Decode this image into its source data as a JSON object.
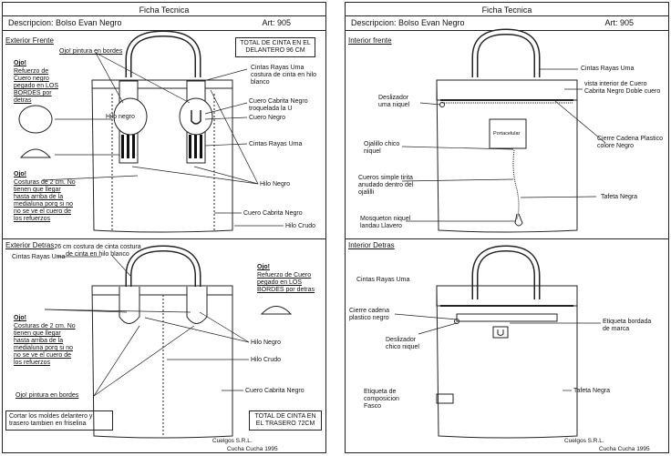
{
  "sheet_title": "Ficha Tecnica",
  "description": "Descripcion:  Bolso Evan Negro",
  "article": "Art: 905",
  "left": {
    "front_section": "Exterior Frente",
    "back_section": "Exterior Detras",
    "front_notes": {
      "paint_edges": "Ojo! pintura en bordes",
      "tape_total": "TOTAL DE CINTA EN EL DELANTERO 96 CM",
      "ojo1": "Ojo!",
      "reinforce": "Refuerzo de Cuero negro pegado en LOS BORDES por detras",
      "hilo_negro_center": "Hilo negro",
      "cintas_top": "Cintas Rayas Uma costura de cinta en hilo blanco",
      "cuero_troquelada": "Cuero Cabrita Negro troquelada la U",
      "cuero_negro": "Cuero Negro",
      "cintas_mid": "Cintas Rayas Uma",
      "ojo2": "Ojo!",
      "costuras": "Costuras de 2 cm. No tienen que llegar hasta arriba de la medialuna porq si no no se ve el cuero de los refuerzos",
      "hilo_negro_right": "Hilo Negro",
      "cuero_cabrita": "Cuero Cabrita Negro",
      "hilo_crudo": "Hilo Crudo"
    },
    "back_notes": {
      "tape_26": "26 cm costura de cinta costura de cinta en hilo blanco",
      "cintas": "Cintas Rayas Uma",
      "ojo_right": "Ojo!",
      "reinforce": "Refuerzo de Cuero pegado en LOS BORDES por detras",
      "ojo_left": "Ojo!",
      "costuras": "Costuras de 2 cm. No tienen que llegar hasta arriba de la medialuna porq si no no se ve el cuero de los refuerzos",
      "hilo_negro": "Hilo Negro",
      "hilo_crudo": "Hilo Crudo",
      "paint_edges": "Ojo! pintura en bordes",
      "cuero_cabrita": "Cuero Cabrita Negro",
      "cortar": "Cortar los moldes delantero y trasero tambien en friselina",
      "tape_total": "TOTAL DE CINTA EN EL TRASERO 72CM"
    },
    "footer_company": "Cuelgos S.R.L.",
    "footer_brand": "Cucha Cucha 1995"
  },
  "right": {
    "front_section": "Interior frente",
    "back_section": "Interior Detras",
    "front_notes": {
      "cintas": "Cintas Rayas Uma",
      "vista": "vista interior de Cuero Cabrita Negro Doble cuero",
      "deslizador": "Deslizador uma niquel",
      "cierre": "Cierre Cadena Plastico colore Negro",
      "portacelular": "Portacelular",
      "ojalillo": "Ojalillo chico niquel",
      "cueros": "Cueros simple tirita anudado dentro del ojalilli",
      "tafeta": "Tafeta Negra",
      "mosqueton": "Mosqueton niquel landau Llavero"
    },
    "back_notes": {
      "cintas": "Cintas Rayas Uma",
      "cierre": "Cierre cadena plastico negro",
      "deslizador": "Deslizador chico niquel",
      "etiqueta_bordada": "Etiqueta bordada de marca",
      "etiqueta_comp": "Etiqueta de composicion Fasco",
      "tafeta": "Tafeta Negra"
    },
    "footer_company": "Cuelgos S.R.L.",
    "footer_brand": "Cucha Cucha 1995"
  }
}
